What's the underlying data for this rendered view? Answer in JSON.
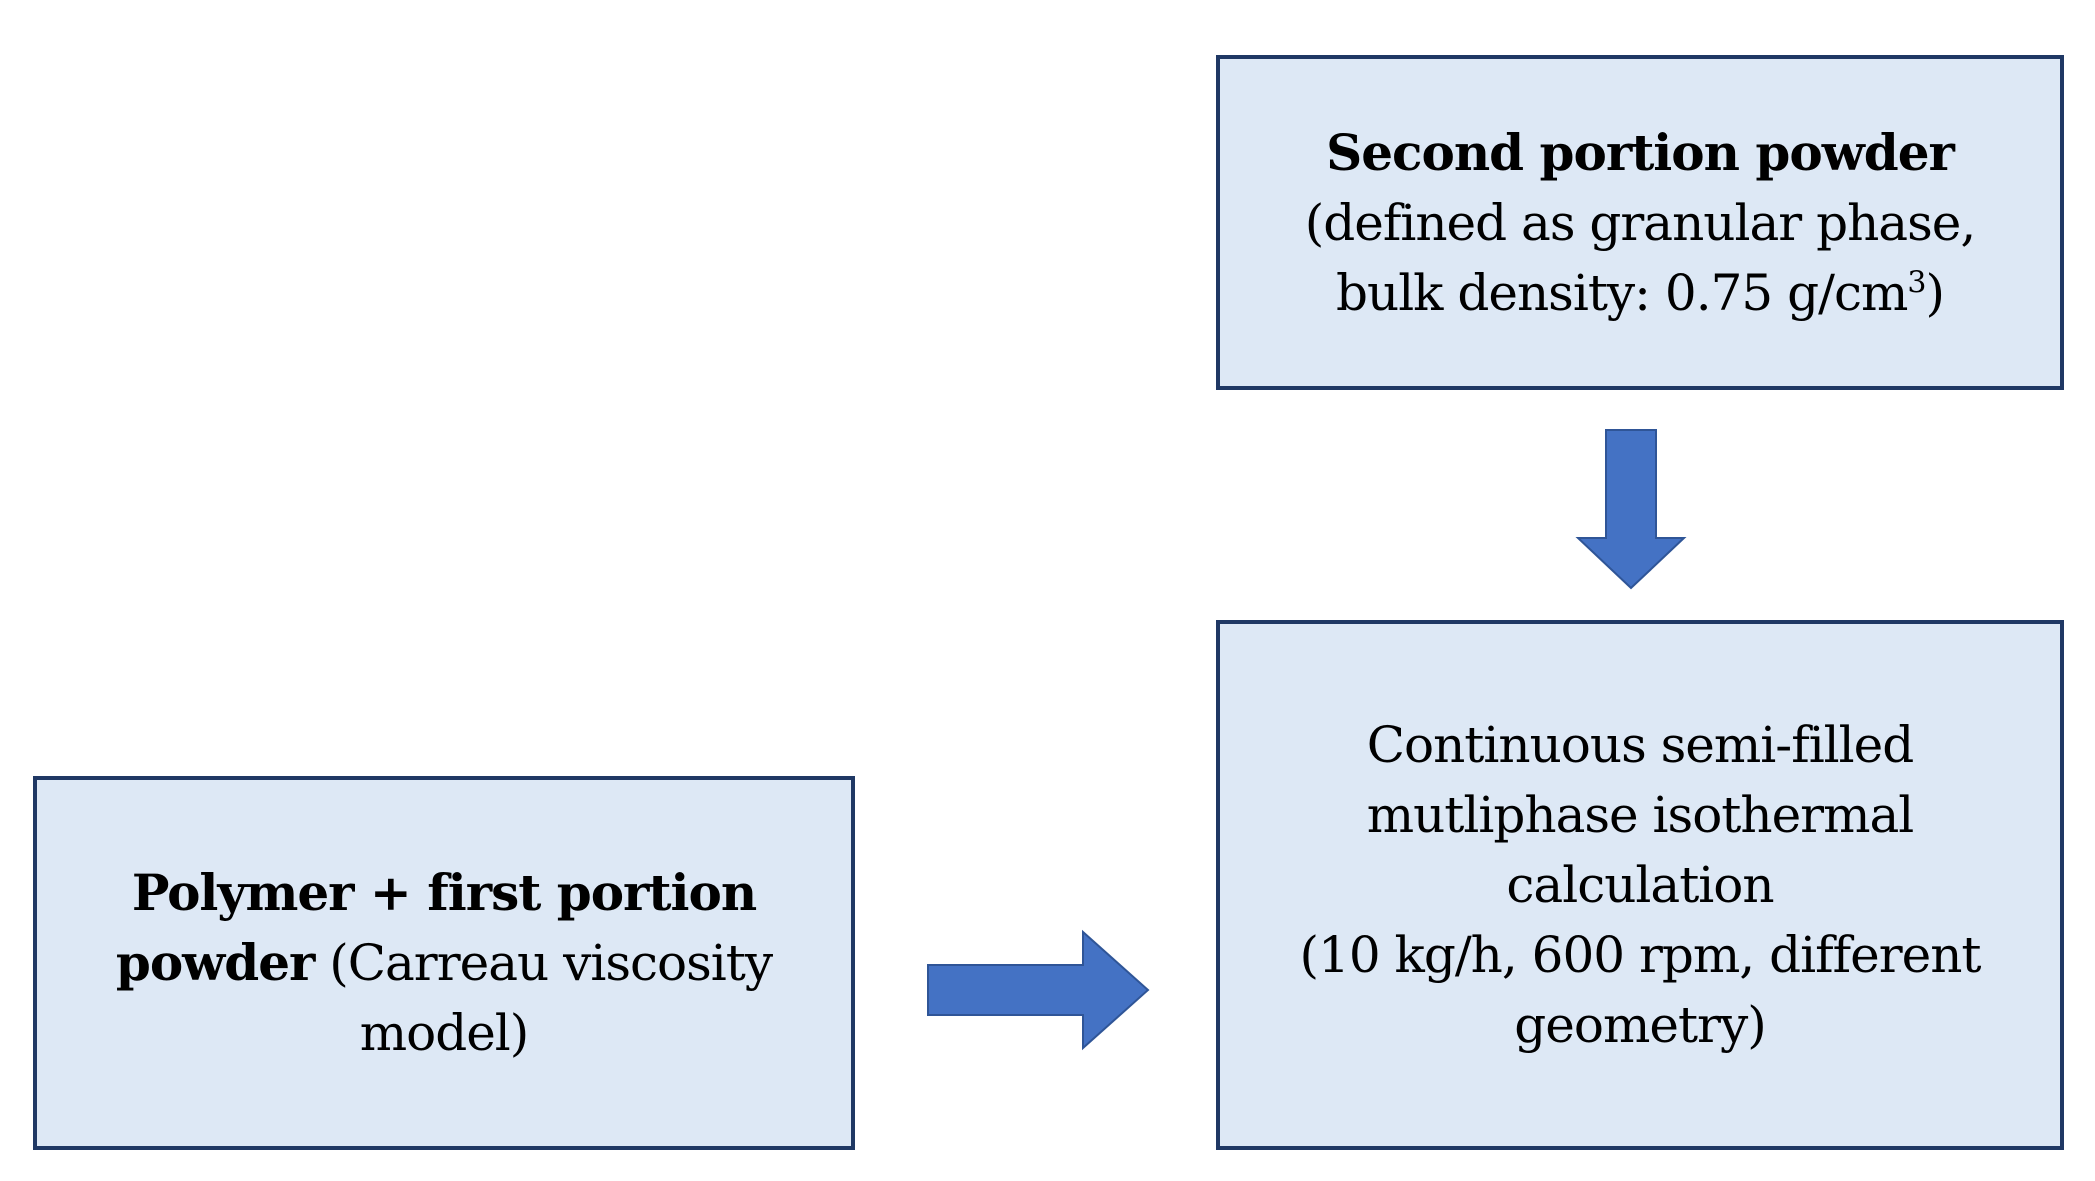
{
  "colors": {
    "box_fill": "#dde8f5",
    "box_border": "#1f3864",
    "arrow_fill": "#4472c4",
    "arrow_stroke": "#2f5597"
  },
  "second_box": {
    "title": "Second portion powder",
    "line1": "(defined as granular phase,",
    "line2_prefix": "bulk density: 0.75 g/cm",
    "line2_sup": "3",
    "line2_suffix": ")"
  },
  "polymer_box": {
    "title_line1": "Polymer + first portion",
    "title_line2": "powder",
    "text_line2": " (Carreau viscosity",
    "text_line3": "model)"
  },
  "calc_box": {
    "line1": "Continuous semi-filled",
    "line2": "mutliphase isothermal",
    "line3": "calculation",
    "line4": "(10 kg/h, 600 rpm, different",
    "line5": "geometry)"
  },
  "arrows": [
    {
      "name": "down-arrow",
      "direction": "down",
      "from": "second_box",
      "to": "calc_box"
    },
    {
      "name": "right-arrow",
      "direction": "right",
      "from": "polymer_box",
      "to": "calc_box"
    }
  ]
}
